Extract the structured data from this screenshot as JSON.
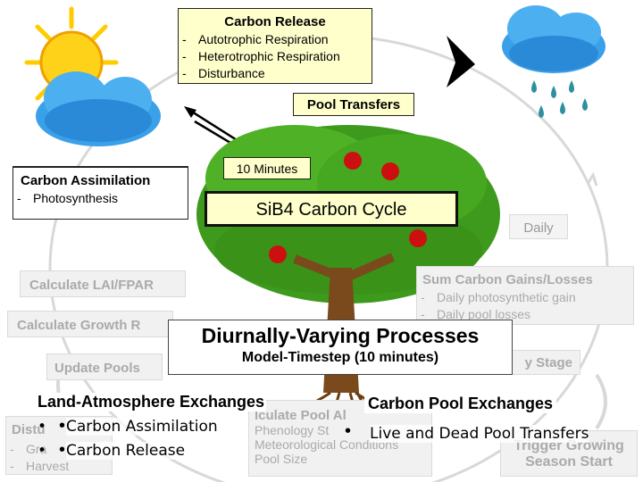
{
  "carbon_release": {
    "title": "Carbon Release",
    "items": [
      "Autotrophic Respiration",
      "Heterotrophic Respiration",
      "Disturbance"
    ]
  },
  "pool_transfers": {
    "title": "Pool Transfers"
  },
  "carbon_assimilation": {
    "title": "Carbon Assimilation",
    "items": [
      "Photosynthesis"
    ]
  },
  "ten_minutes": {
    "label": "10 Minutes"
  },
  "center_title": {
    "label": "SiB4 Carbon Cycle"
  },
  "daily": {
    "label": "Daily"
  },
  "calc_lai": {
    "label": "Calculate LAI/FPAR"
  },
  "calc_growth": {
    "label": "Calculate Growth R"
  },
  "update_pools": {
    "label": "Update Pools"
  },
  "sum_carbon": {
    "title": "Sum Carbon Gains/Losses",
    "items": [
      "Daily photosynthetic gain",
      "Daily pool losses"
    ]
  },
  "stage_box": {
    "label": "y Stage"
  },
  "diurnal": {
    "title": "Diurnally-Varying Processes",
    "subtitle": "Model-Timestep (10 minutes)"
  },
  "land_atmosphere": {
    "title": "Land-Atmosphere Exchanges",
    "items": [
      "Carbon Assimilation",
      "Carbon Release"
    ]
  },
  "carbon_pool": {
    "title": "Carbon Pool Exchanges",
    "items": [
      "Live and Dead Pool Transfers"
    ]
  },
  "disturbance_box": {
    "title": "Distu",
    "items": [
      "Gra",
      "Harvest"
    ]
  },
  "calc_pool_alloc": {
    "title": "lculate Pool Al",
    "lines": [
      "Phenology St",
      "Meteorological Conditions",
      "Pool Size"
    ]
  },
  "trigger_box": {
    "line1": "Trigger Growing",
    "line2": "Season Start"
  },
  "colors": {
    "yellow_box": "#ffffcc",
    "faded_text": "#aaaaaa",
    "tree_green": "#3d9a1c",
    "trunk_brown": "#7a4a1c",
    "apple_red": "#cc1010",
    "rain_teal": "#2e8f9e",
    "cloud_blue": "#3aa0e8",
    "sun_yellow": "#ffd21a"
  },
  "icons": [
    "sun-icon",
    "cloud-icon",
    "rain-cloud-icon",
    "tree-icon",
    "apple-icon",
    "roots-icon",
    "arrow-icon"
  ]
}
